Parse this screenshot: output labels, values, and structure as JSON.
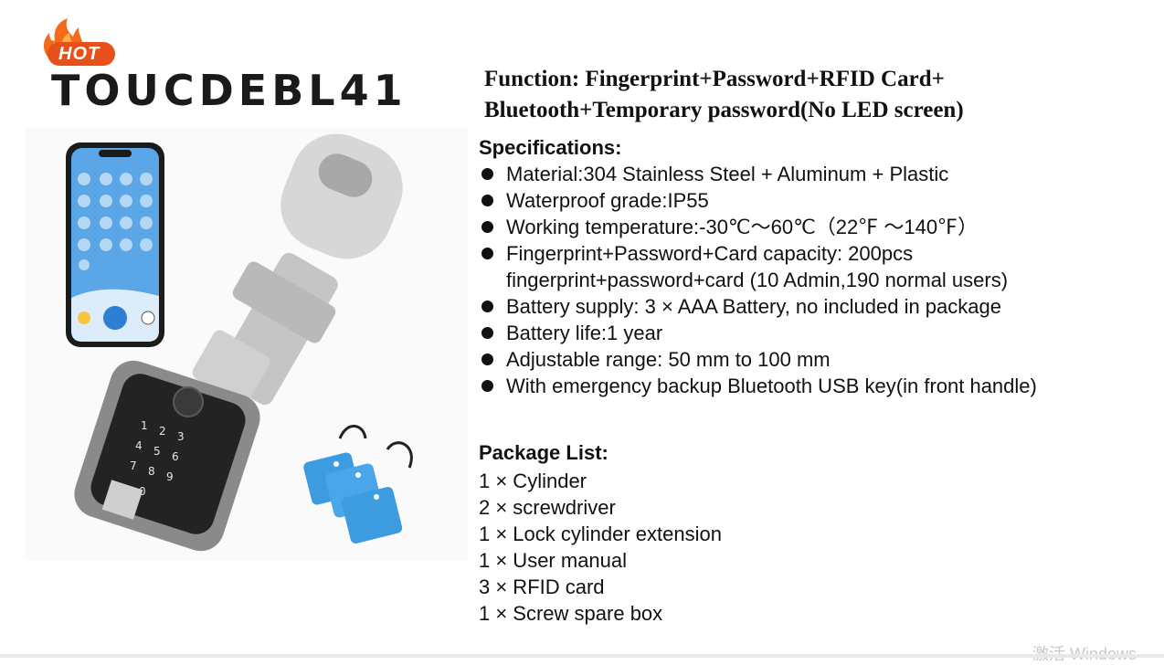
{
  "badge": {
    "text": "HOT"
  },
  "title": "TOUCDEBL41",
  "function": {
    "line1": "Function: Fingerprint+Password+RFID Card+",
    "line2": "Bluetooth+Temporary password(No LED screen)"
  },
  "specifications": {
    "heading": "Specifications:",
    "items": [
      "Material:304 Stainless Steel + Aluminum + Plastic",
      "Waterproof grade:IP55",
      "Working temperature:-30℃～60℃（22℉ ～140℉）",
      "Fingerprint+Password+Card capacity: 200pcs",
      "Battery supply: 3 × AAA Battery, no included in package",
      "Battery life:1 year",
      "Adjustable range: 50 mm to 100 mm",
      "With emergency backup Bluetooth USB key(in front handle)"
    ],
    "capacity_continuation": "fingerprint+password+card (10 Admin,190 normal users)"
  },
  "package": {
    "heading": "Package List:",
    "items": [
      "1 × Cylinder",
      "2 × screwdriver",
      "1 × Lock cylinder extension",
      "1 × User manual",
      "3 × RFID card",
      "1 × Screw spare box"
    ]
  },
  "watermark": "激活 Windows",
  "colors": {
    "flame_outer": "#f26a1b",
    "flame_inner": "#ffb347",
    "badge_red": "#e8501a",
    "phone_screen": "#5aa6e6",
    "rfid_blue": "#3d9be0"
  }
}
